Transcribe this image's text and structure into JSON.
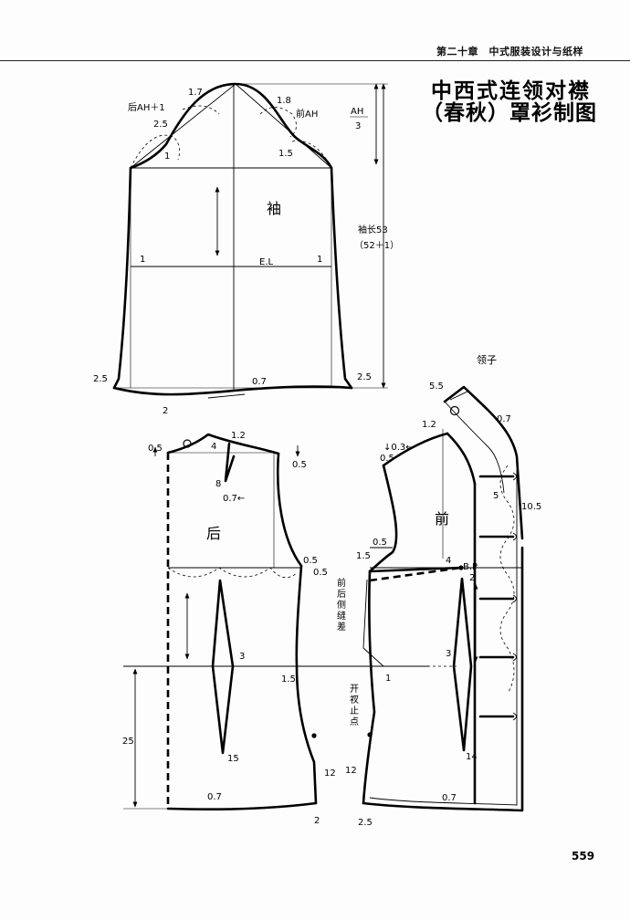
{
  "header": {
    "running_head": "第二十章　中式服装设计与纸样",
    "page_number": "559"
  },
  "title": {
    "line1": "中西式连领对襟",
    "line2": "（春秋）罩衫制图"
  },
  "sleeve": {
    "name": "袖",
    "elbow_line": "E.L",
    "back_ah": "后AH＋1",
    "front_ah": "前AH",
    "cap_height_num": "AH",
    "cap_height_den": "3",
    "length_label": "袖长53",
    "length_sub": "（52＋1）",
    "v_1_7": "1.7",
    "v_1_8": "1.8",
    "v_2_5_cap": "2.5",
    "v_1_left_cap": "1",
    "v_1_5_cap": "1.5",
    "v_1_el_left": "1",
    "v_1_el_right": "1",
    "v_2_5_hem_left": "2.5",
    "v_2_5_hem_right": "2.5",
    "v_0_7_hem": "0.7",
    "v_2_hem": "2"
  },
  "collar": {
    "name": "领子",
    "v_5_5": "5.5",
    "v_0_7": "0.7"
  },
  "back": {
    "name": "后",
    "v_0_5_cf": "0.5",
    "v_4": "4",
    "v_1_2": "1.2",
    "v_0_5_shoulder": "0.5",
    "v_8": "8",
    "v_0_7_dart": "0.7←",
    "v_0_5_arm_a": "0.5",
    "v_0_5_arm_b": "0.5",
    "v_3": "3",
    "v_15": "15",
    "v_1_5_side": "1.5",
    "v_25": "25",
    "v_12": "12",
    "v_0_7_hem": "0.7",
    "v_2_hem": "2"
  },
  "front": {
    "name": "前",
    "v_1_2": "1.2",
    "v_0_3": "↓0.3←",
    "v_0_5_neck": "0.5",
    "v_5": "5",
    "v_10_5": "10.5",
    "v_0_5_arm": "0.5",
    "v_1_5": "1.5",
    "v_4": "4",
    "bp": "B.P",
    "v_2": "2",
    "side_seam_diff": "前后侧缝差",
    "v_3": "3",
    "v_1": "1",
    "v_14": "14",
    "slit_stop": "开衩止点",
    "v_12": "12",
    "v_0_7_hem": "0.7",
    "v_2_5_hem": "2.5"
  }
}
